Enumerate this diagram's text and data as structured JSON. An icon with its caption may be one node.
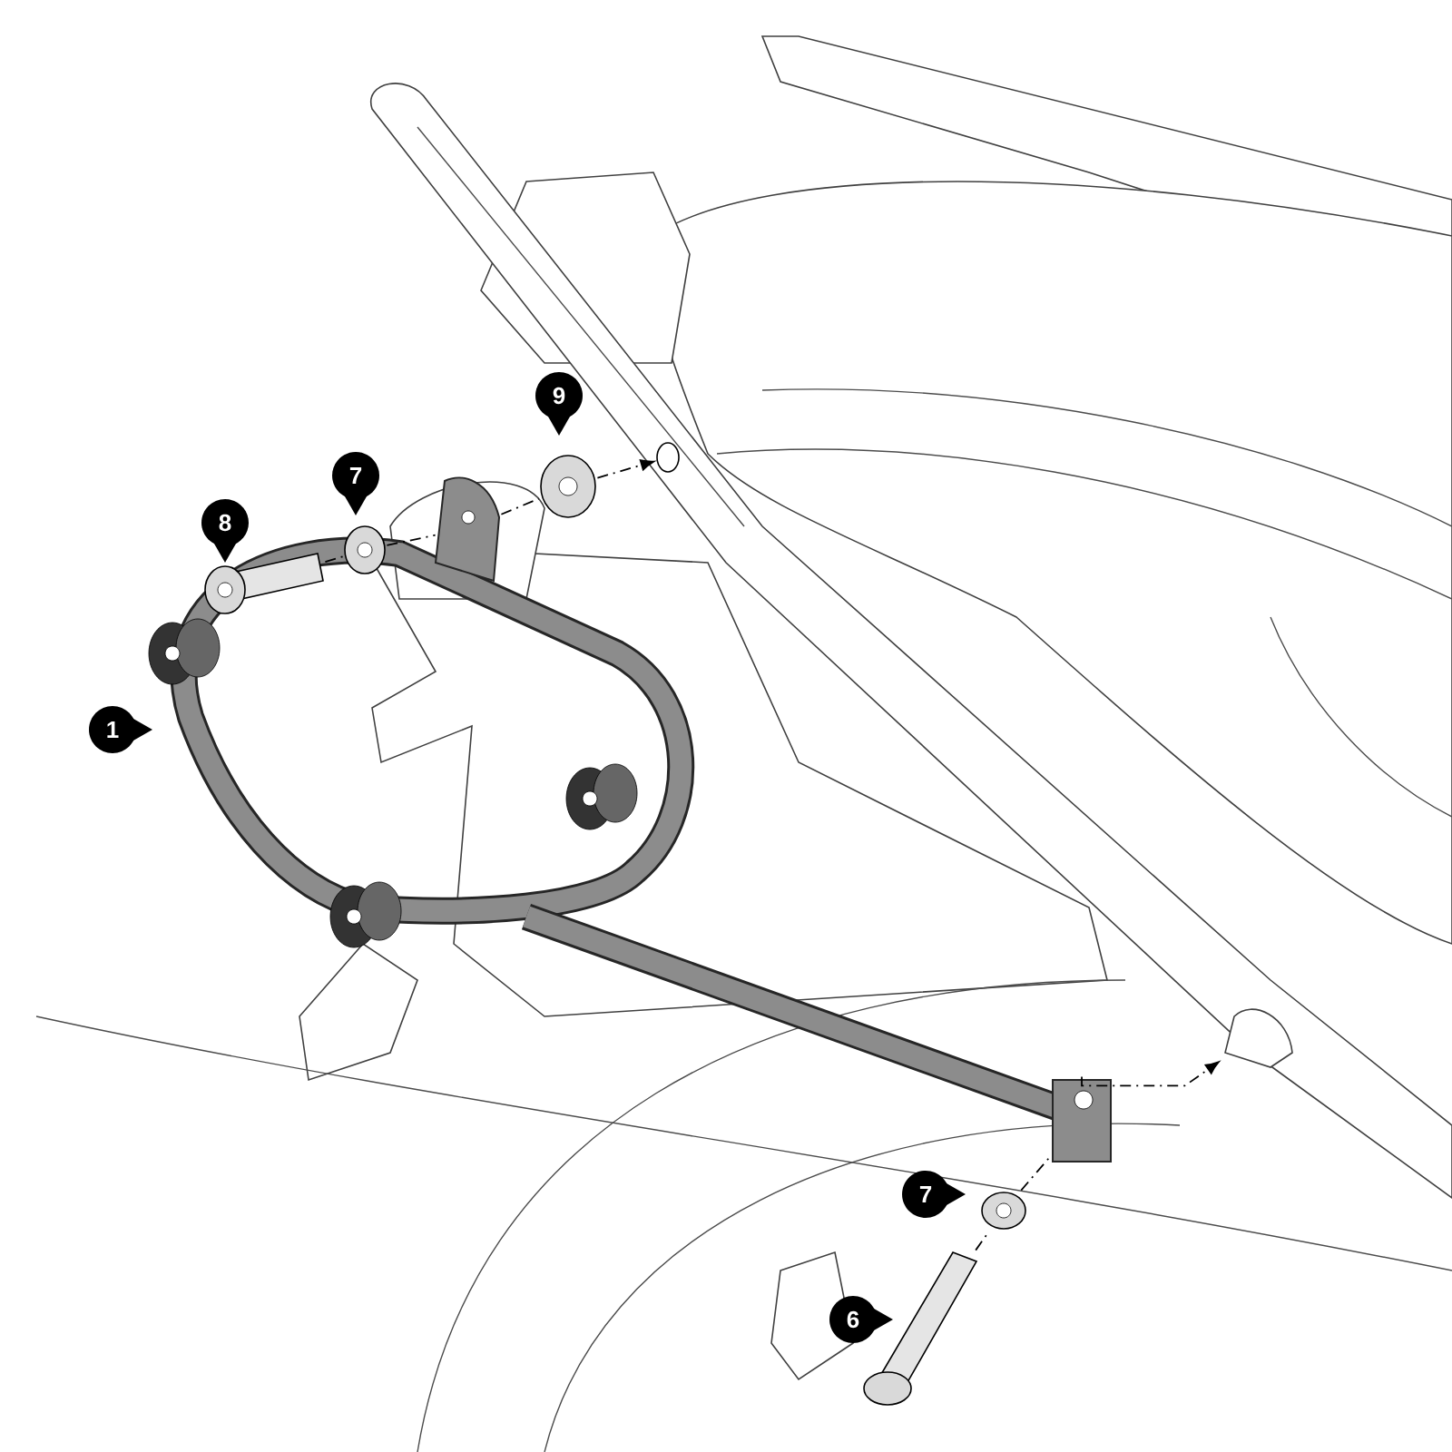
{
  "diagram": {
    "nodes": [
      {
        "text": [],
        "shape": "picture"
      },
      {
        "text": [],
        "shape": "picture"
      },
      {
        "text": [],
        "shape": "picture"
      },
      {
        "text": [],
        "shape": "picture"
      },
      {
        "text": [],
        "shape": "circle"
      },
      {
        "text": [],
        "shape": "picture"
      },
      {
        "text": [],
        "shape": "picture"
      },
      {
        "text": [],
        "shape": "picture"
      },
      {
        "text": [],
        "shape": "picture"
      }
    ],
    "edges": [
      {
        "from": 0,
        "to": 1,
        "arrow": "none",
        "style": "dashed"
      },
      {
        "from": 1,
        "to": 2,
        "arrow": "none",
        "style": "dashed"
      },
      {
        "from": 2,
        "to": 3,
        "arrow": "none",
        "style": "dashed"
      },
      {
        "from": 3,
        "to": 4,
        "arrow": "to",
        "style": "dashed"
      },
      {
        "from": 5,
        "to": 6,
        "arrow": "to",
        "style": "dashed"
      },
      {
        "from": 8,
        "to": 7,
        "arrow": "none",
        "style": "dashed"
      },
      {
        "from": 7,
        "to": 5,
        "arrow": "none",
        "style": "dashed"
      }
    ],
    "labels": [
      "9",
      "7",
      "8",
      "1",
      "7",
      "6"
    ]
  }
}
